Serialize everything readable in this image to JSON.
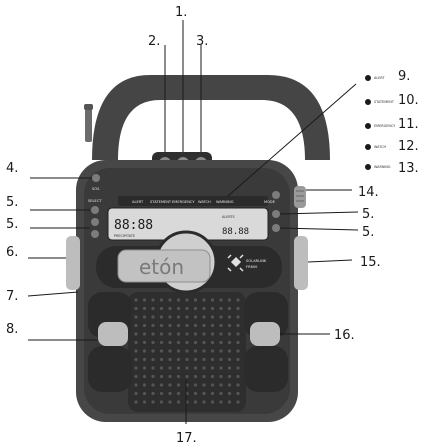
{
  "callouts": {
    "c1": "1.",
    "c2": "2.",
    "c3": "3.",
    "c4": "4.",
    "c5a": "5.",
    "c5b": "5.",
    "c5c": "5.",
    "c5d": "5.",
    "c6": "6.",
    "c7": "7.",
    "c8": "8.",
    "c9": "9.",
    "c10": "10.",
    "c11": "11.",
    "c12": "12.",
    "c13": "13.",
    "c14": "14.",
    "c15": "15.",
    "c16": "16.",
    "c17": "17."
  },
  "indicators": {
    "alert": "ALERT",
    "statement": "STATEMENT",
    "emergency": "EMERGENCY",
    "watch": "WATCH",
    "warning": "WARNING"
  },
  "radio": {
    "brand": "etón",
    "model_line1": "SOLARLINK",
    "model_line2": "FR600",
    "label_sos": "SOS",
    "label_select": "SELECT",
    "label_mode": "MODE",
    "lcd_main": "88:88",
    "lcd_sub": "88.88",
    "lcd_label_precipitate": "PRECIPITATE",
    "lcd_label_alerts": "ALERTS"
  },
  "colors": {
    "body_dark": "#3d3d3d",
    "body_frame": "#4a4a4a",
    "lcd": "#d9d9d9",
    "knob": "#c8c8c8",
    "speaker": "#2e2e2e",
    "text": "#1a1a1a"
  }
}
